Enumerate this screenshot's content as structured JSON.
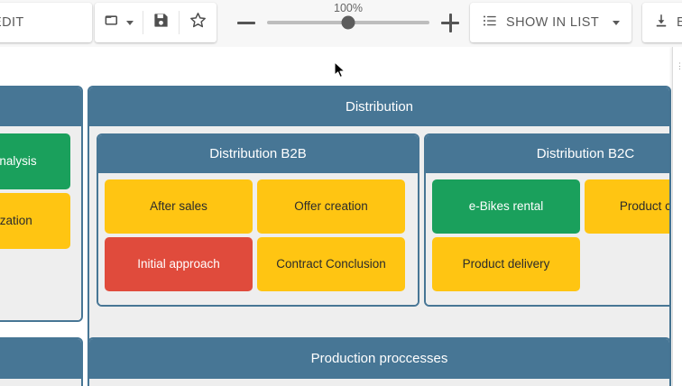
{
  "toolbar": {
    "edit_label": "EDIT",
    "edit_icon": "pencil-icon",
    "folder_icon": "folder-icon",
    "folder_caret_icon": "caret-down-icon",
    "save_icon": "save-disk-icon",
    "star_icon": "star-outline-icon",
    "zoom_out_icon": "minus-icon",
    "zoom_in_icon": "plus-icon",
    "zoom_level": "100%",
    "zoom_thumb_percent": 50,
    "show_in_list_label": "SHOW IN LIST",
    "list_icon": "list-bullet-icon",
    "list_caret_icon": "caret-down-icon",
    "export_icon": "download-icon",
    "export_label": "E"
  },
  "canvas": {
    "left_group_partial": {
      "title": "",
      "nodes": [
        {
          "label": "ent analysis",
          "color": "green"
        },
        {
          "label": "ganization",
          "color": "yellow"
        }
      ]
    },
    "distribution": {
      "title": "Distribution",
      "b2b": {
        "title": "Distribution B2B",
        "nodes": [
          {
            "label": "After sales",
            "color": "yellow"
          },
          {
            "label": "Offer creation",
            "color": "yellow"
          },
          {
            "label": "Initial approach",
            "color": "red"
          },
          {
            "label": "Contract Conclusion",
            "color": "yellow"
          }
        ]
      },
      "b2c": {
        "title": "Distribution B2C",
        "nodes": [
          {
            "label": "e-Bikes rental",
            "color": "green"
          },
          {
            "label": "Product consu",
            "color": "yellow"
          },
          {
            "label": "Product delivery",
            "color": "yellow"
          }
        ]
      }
    },
    "production": {
      "title": "Production proccesses"
    },
    "left_group_bottom_partial": {
      "title": ""
    }
  },
  "colors": {
    "blue_header": "#477695",
    "yellow_node": "#FFC512",
    "green_node": "#1AA05C",
    "red_node": "#E04B3C",
    "group_body": "#eeeeee",
    "toolbar_bg": "#f7f7f7"
  }
}
